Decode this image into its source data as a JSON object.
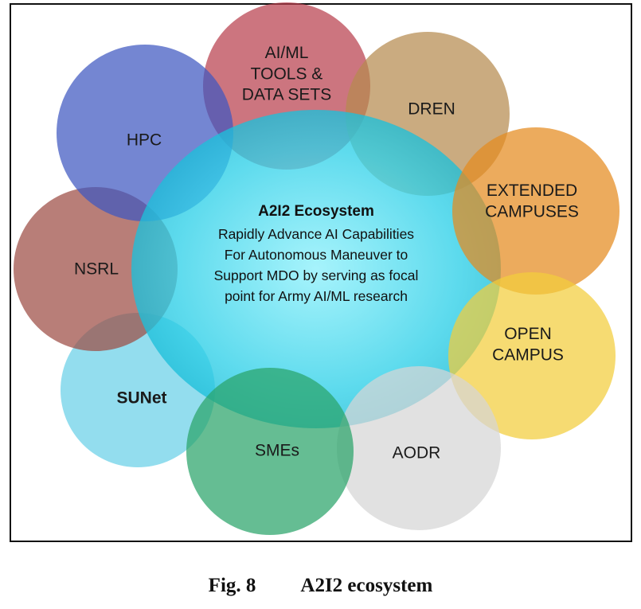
{
  "center": {
    "title": "A2I2 Ecosystem",
    "lines": [
      "Rapidly Advance AI Capabilities",
      "For Autonomous Maneuver to",
      "Support MDO by serving as focal",
      "point for Army AI/ML research"
    ],
    "color": "#2fd0e8"
  },
  "nodes": [
    {
      "id": "ai-ml-tools",
      "lines": [
        "AI/ML",
        "TOOLS &",
        "DATA SETS"
      ],
      "color": "#b8404e"
    },
    {
      "id": "dren",
      "lines": [
        "DREN"
      ],
      "color": "#b58a4f"
    },
    {
      "id": "extended-campuses",
      "lines": [
        "EXTENDED",
        "CAMPUSES"
      ],
      "color": "#e48a1e"
    },
    {
      "id": "open-campus",
      "lines": [
        "OPEN",
        "CAMPUS"
      ],
      "color": "#f2cd3c"
    },
    {
      "id": "aodr",
      "lines": [
        "AODR"
      ],
      "color": "#d5d5d5"
    },
    {
      "id": "smes",
      "lines": [
        "SMEs"
      ],
      "color": "#2aa36a"
    },
    {
      "id": "sunet",
      "lines": [
        "SUNet"
      ],
      "color": "#6ad0e8",
      "bold": true
    },
    {
      "id": "nsrl",
      "lines": [
        "NSRL"
      ],
      "color": "#9c4c44"
    },
    {
      "id": "hpc",
      "lines": [
        "HPC"
      ],
      "color": "#3f57c0"
    }
  ],
  "caption": {
    "number": "Fig. 8",
    "title": "A2I2 ecosystem"
  }
}
